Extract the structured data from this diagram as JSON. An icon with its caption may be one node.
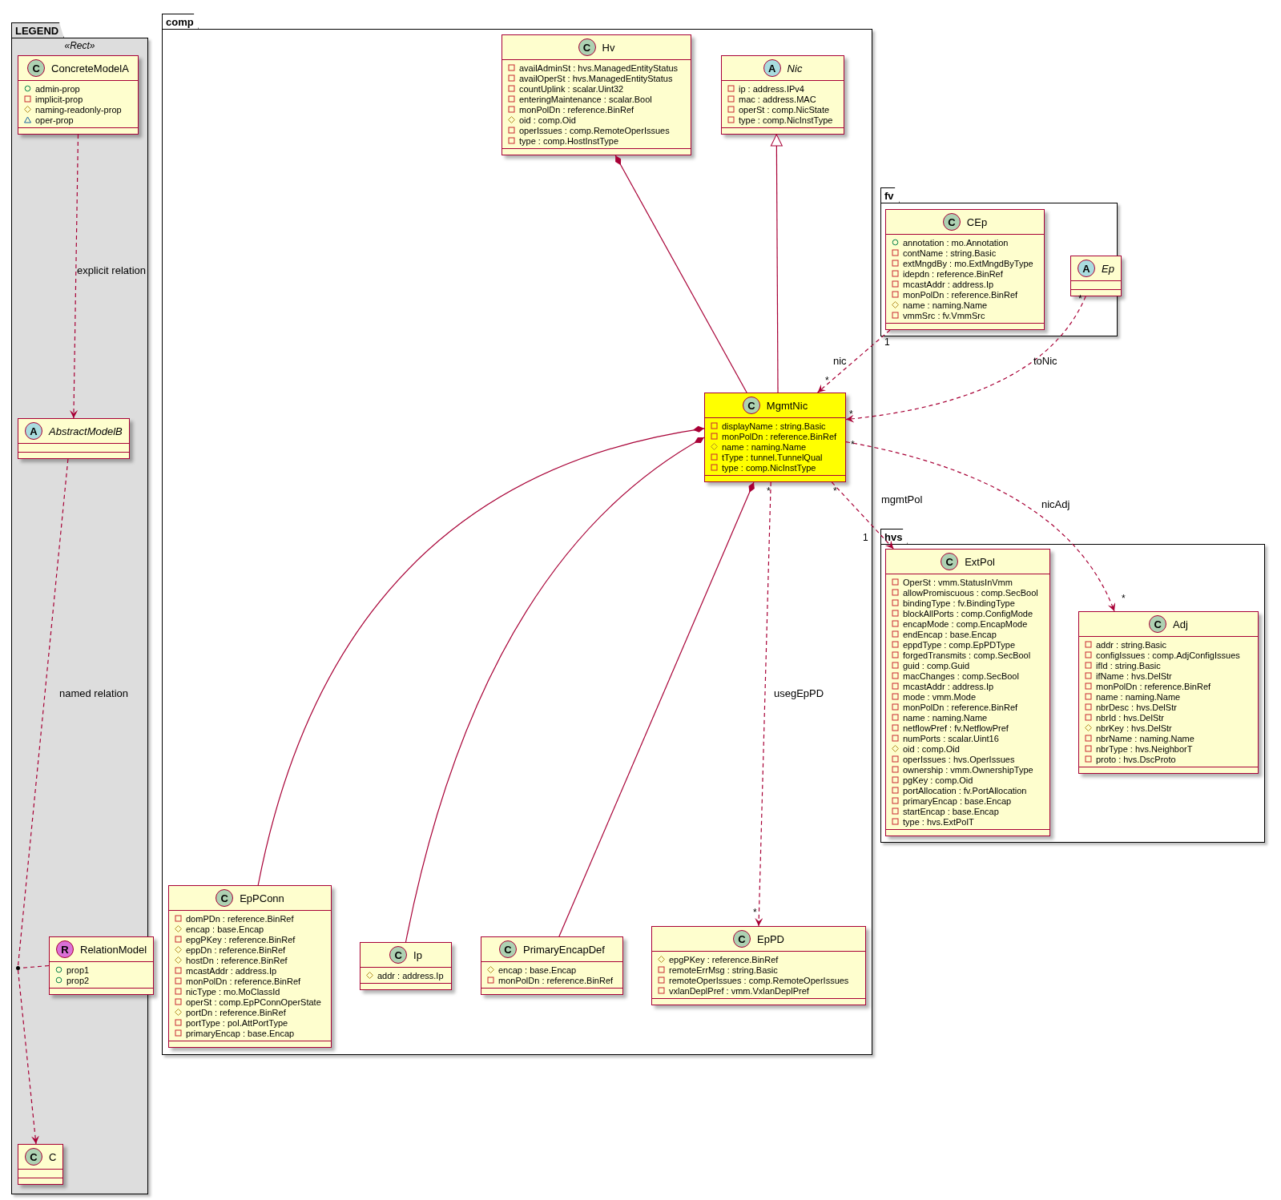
{
  "diagram": {
    "nodes": [
      {
        "text": [
          "LEGEND",
          "«Rect»"
        ]
      },
      {
        "text": [
          "C",
          "ConcreteModelA",
          "admin-prop",
          "implicit-prop",
          "naming-readonly-prop",
          "oper-prop"
        ],
        "in": 0
      },
      {
        "text": [
          "A",
          "AbstractModelB"
        ],
        "in": 0
      },
      {
        "text": [
          "R",
          "RelationModel",
          "prop1",
          "prop2"
        ],
        "in": 0
      },
      {
        "text": [],
        "shape": "circle",
        "in": 0
      },
      {
        "text": [
          "C",
          "C"
        ],
        "in": 0
      },
      {
        "text": [
          "comp"
        ]
      },
      {
        "text": [
          "C",
          "Hv",
          "availAdminSt : hvs.ManagedEntityStatus",
          "availOperSt : hvs.ManagedEntityStatus",
          "countUplink : scalar.Uint32",
          "enteringMaintenance : scalar.Bool",
          "monPolDn : reference.BinRef",
          "oid : comp.Oid",
          "operIssues : comp.RemoteOperIssues",
          "type : comp.HostInstType"
        ],
        "in": 6
      },
      {
        "text": [
          "A",
          "Nic",
          "ip : address.IPv4",
          "mac : address.MAC",
          "operSt : comp.NicState",
          "type : comp.NicInstType"
        ],
        "in": 6
      },
      {
        "text": [
          "C",
          "MgmtNic",
          "displayName : string.Basic",
          "monPolDn : reference.BinRef",
          "name : naming.Name",
          "tType : tunnel.TunnelQual",
          "type : comp.NicInstType"
        ],
        "in": 6
      },
      {
        "text": [
          "C",
          "EpPConn",
          "domPDn : reference.BinRef",
          "encap : base.Encap",
          "epgPKey : reference.BinRef",
          "eppDn : reference.BinRef",
          "hostDn : reference.BinRef",
          "mcastAddr : address.Ip",
          "monPolDn : reference.BinRef",
          "nicType : mo.MoClassId",
          "operSt : comp.EpPConnOperState",
          "portDn : reference.BinRef",
          "portType : pol.AttPortType",
          "primaryEncap : base.Encap"
        ],
        "in": 6
      },
      {
        "text": [
          "C",
          "Ip",
          "addr : address.Ip"
        ],
        "in": 6
      },
      {
        "text": [
          "C",
          "PrimaryEncapDef",
          "encap : base.Encap",
          "monPolDn : reference.BinRef"
        ],
        "in": 6
      },
      {
        "text": [
          "C",
          "EpPD",
          "epgPKey : reference.BinRef",
          "remoteErrMsg : string.Basic",
          "remoteOperIssues : comp.RemoteOperIssues",
          "vxlanDeplPref : vmm.VxlanDeplPref"
        ],
        "in": 6
      },
      {
        "text": [
          "fv"
        ]
      },
      {
        "text": [
          "C",
          "CEp",
          "annotation : mo.Annotation",
          "contName : string.Basic",
          "extMngdBy : mo.ExtMngdByType",
          "idepdn : reference.BinRef",
          "mcastAddr : address.Ip",
          "monPolDn : reference.BinRef",
          "name : naming.Name",
          "vmmSrc : fv.VmmSrc"
        ],
        "in": 14
      },
      {
        "text": [
          "A",
          "Ep"
        ],
        "in": 14
      },
      {
        "text": [
          "hvs"
        ]
      },
      {
        "text": [
          "C",
          "ExtPol",
          "OperSt : vmm.StatusInVmm",
          "allowPromiscuous : comp.SecBool",
          "bindingType : fv.BindingType",
          "blockAllPorts : comp.ConfigMode",
          "encapMode : comp.EncapMode",
          "endEncap : base.Encap",
          "eppdType : comp.EpPDType",
          "forgedTransmits : comp.SecBool",
          "guid : comp.Guid",
          "macChanges : comp.SecBool",
          "mcastAddr : address.Ip",
          "mode : vmm.Mode",
          "monPolDn : reference.BinRef",
          "name : naming.Name",
          "netflowPref : fv.NetflowPref",
          "numPorts : scalar.Uint16",
          "oid : comp.Oid",
          "operIssues : hvs.OperIssues",
          "ownership : vmm.OwnershipType",
          "pgKey : comp.Oid",
          "portAllocation : fv.PortAllocation",
          "primaryEncap : base.Encap",
          "startEncap : base.Encap",
          "type : hvs.ExtPolT"
        ],
        "in": 17
      },
      {
        "text": [
          "C",
          "Adj",
          "addr : string.Basic",
          "configIssues : comp.AdjConfigIssues",
          "ifId : string.Basic",
          "ifName : hvs.DelStr",
          "monPolDn : reference.BinRef",
          "name : naming.Name",
          "nbrDesc : hvs.DelStr",
          "nbrId : hvs.DelStr",
          "nbrKey : hvs.DelStr",
          "nbrName : naming.Name",
          "nbrType : hvs.NeighborT",
          "proto : hvs.DscProto"
        ],
        "in": 17
      }
    ],
    "edges": [
      {
        "from": 1,
        "to": 2,
        "arrow": "to",
        "style": "dashed",
        "label": "explicit relation"
      },
      {
        "from": 2,
        "to": 4,
        "arrow": "none",
        "style": "dashed",
        "label": "named relation"
      },
      {
        "from": 4,
        "to": 5,
        "arrow": "to",
        "style": "dashed"
      },
      {
        "from": 3,
        "to": 4,
        "arrow": "none",
        "style": "dashed"
      },
      {
        "from": 7,
        "to": 9,
        "arrow": "other"
      },
      {
        "from": 9,
        "to": 8,
        "arrow": "to"
      },
      {
        "from": 9,
        "to": 10,
        "arrow": "other"
      },
      {
        "from": 9,
        "to": 11,
        "arrow": "other"
      },
      {
        "from": 9,
        "to": 12,
        "arrow": "other"
      },
      {
        "from": 9,
        "to": 13,
        "arrow": "to",
        "style": "dashed",
        "label": "usegEpPD"
      },
      {
        "from": 15,
        "to": 9,
        "arrow": "to",
        "style": "dashed",
        "label": "nic"
      },
      {
        "from": 16,
        "to": 9,
        "arrow": "to",
        "style": "dashed",
        "label": "toNic"
      },
      {
        "from": 9,
        "to": 18,
        "arrow": "to",
        "style": "dashed",
        "label": "mgmtPol"
      },
      {
        "from": 9,
        "to": 19,
        "arrow": "to",
        "style": "dashed",
        "label": "nicAdj"
      }
    ],
    "labels": [
      "*",
      "1",
      "*",
      "*",
      "*",
      "*",
      "*",
      "1",
      "*",
      "*"
    ]
  }
}
